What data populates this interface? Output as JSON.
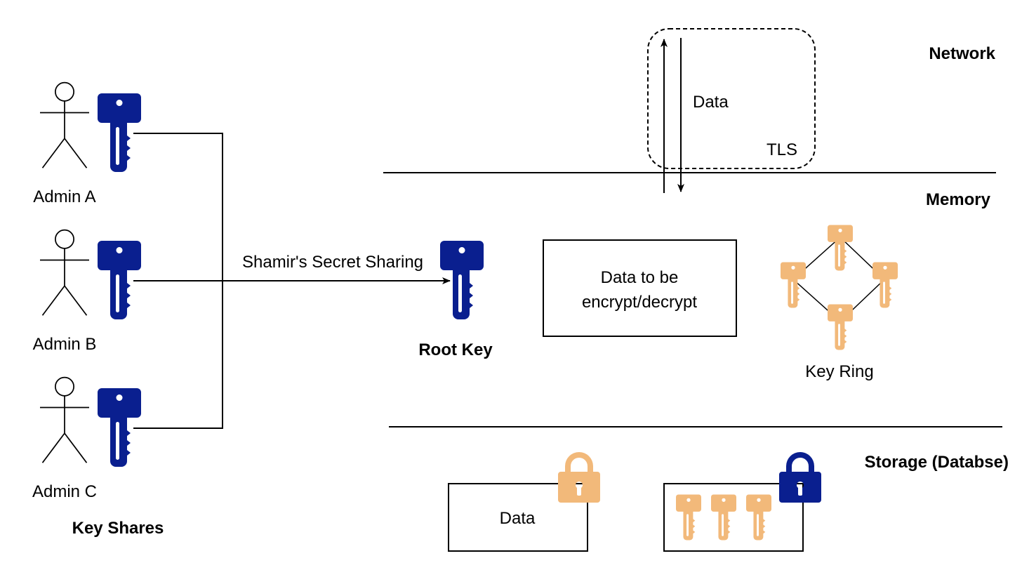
{
  "colors": {
    "key_blue": "#0a1f8f",
    "key_orange": "#f2b97a",
    "line": "#000000"
  },
  "icons": [
    "person-icon",
    "key-icon",
    "padlock-icon"
  ],
  "admins": [
    {
      "label": "Admin A"
    },
    {
      "label": "Admin B"
    },
    {
      "label": "Admin C"
    }
  ],
  "key_shares_label": "Key Shares",
  "sss_label": "Shamir's Secret Sharing",
  "root_key_label": "Root Key",
  "layers": {
    "network": "Network",
    "memory": "Memory",
    "storage": "Storage (Databse)"
  },
  "tls": {
    "data_label": "Data",
    "tls_label": "TLS"
  },
  "memory": {
    "box_line1": "Data to be",
    "box_line2": "encrypt/decrypt",
    "key_ring_label": "Key Ring"
  },
  "storage": {
    "data_label": "Data"
  }
}
